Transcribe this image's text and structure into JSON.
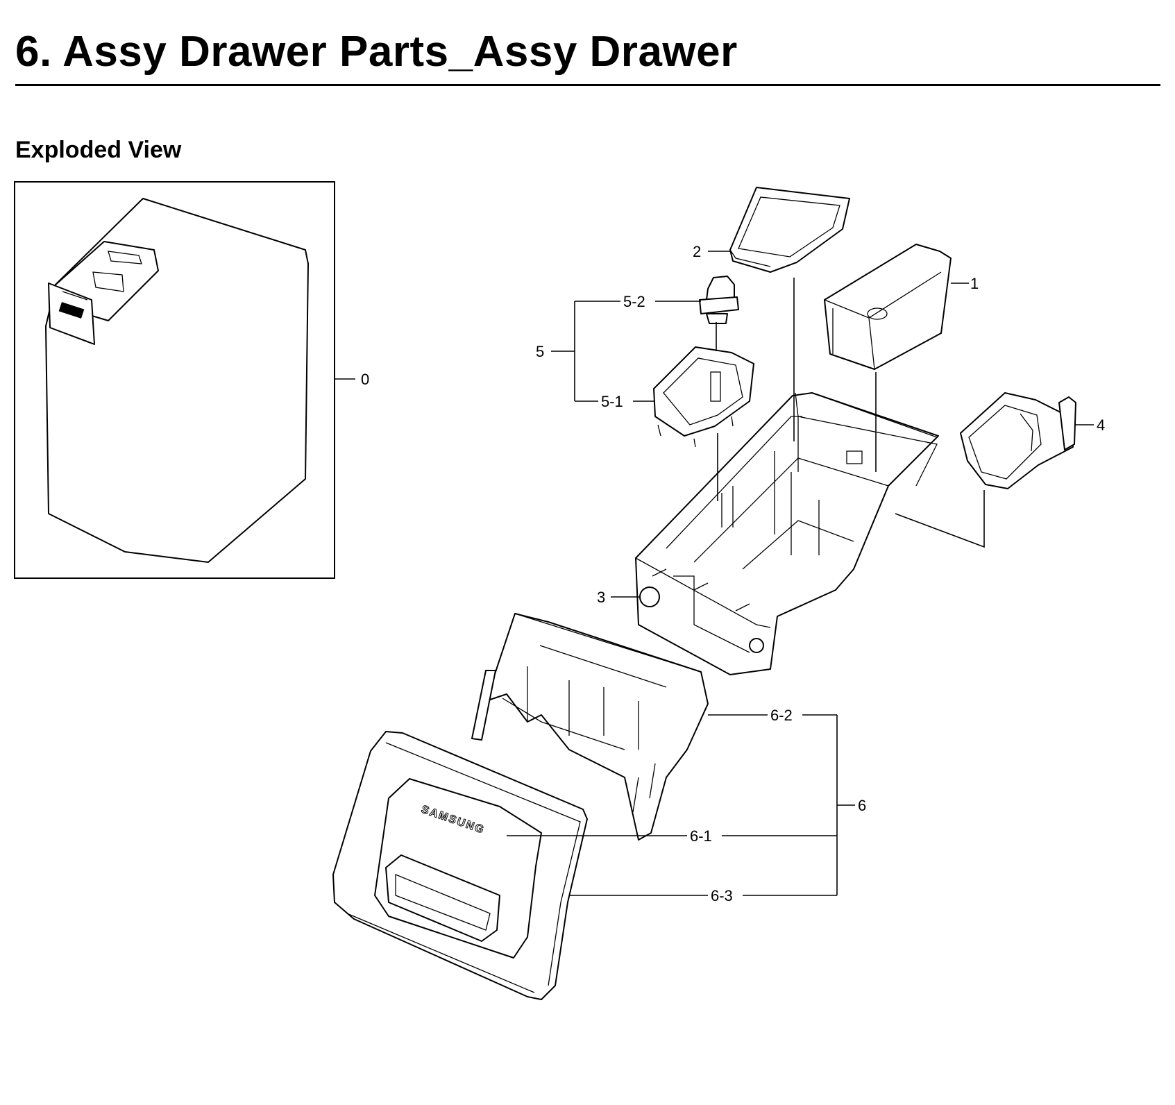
{
  "header": {
    "title": "6.  Assy Drawer Parts_Assy Drawer",
    "section": "Exploded View"
  },
  "diagram": {
    "logo_text": "SAMSUNG",
    "callouts": {
      "c0": "0",
      "c1": "1",
      "c2": "2",
      "c3": "3",
      "c4": "4",
      "c5": "5",
      "c5_1": "5-1",
      "c5_2": "5-2",
      "c6": "6",
      "c6_1": "6-1",
      "c6_2": "6-2",
      "c6_3": "6-3"
    }
  }
}
